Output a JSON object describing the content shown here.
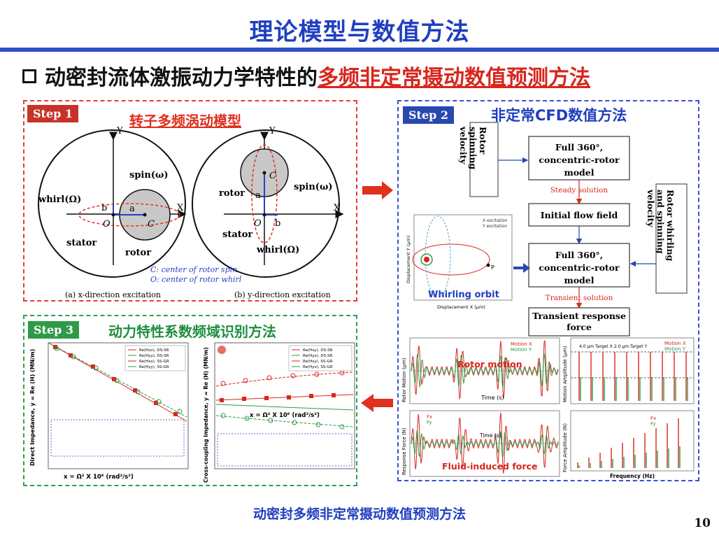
{
  "header": {
    "title": "理论模型与数值方法"
  },
  "subtitle": {
    "black_part": "动密封流体激振动力学特性的",
    "red_part": "多频非定常摄动数值预测方法"
  },
  "step1": {
    "badge": "Step 1",
    "title": "转子多频涡动模型",
    "left_fig": {
      "axis_y": "Y",
      "axis_x": "X",
      "spin": "spin(ω)",
      "whirl": "whirl(Ω)",
      "a": "a",
      "b": "b",
      "O": "O",
      "C": "C",
      "stator": "stator",
      "rotor": "rotor",
      "caption": "(a) x-direction excitation"
    },
    "right_fig": {
      "axis_y": "Y",
      "axis_x": "X",
      "spin": "spin(ω)",
      "whirl": "whirl(Ω)",
      "a": "a",
      "b": "b",
      "O": "O",
      "C": "C",
      "stator": "stator",
      "rotor": "rotor",
      "caption": "(b) y-direction excitation"
    },
    "legend_c": "C: center of rotor  spin",
    "legend_o": "O: center of rotor  whirl"
  },
  "step2": {
    "badge": "Step 2",
    "title": "非定常CFD数值方法",
    "rotor_spinning_velocity": "Rotor spinning velocity",
    "box1": "Full 360°, concentric-rotor model",
    "steady_solution": "Steady solution",
    "box2": "Initial flow field",
    "box3": "Full 360°, concentric-rotor model",
    "transient_solution": "Transient solution",
    "box4": "Transient response force",
    "whirling_velocity": "Rotor whirling and spinning velocity",
    "orbit_plot": {
      "label": "Whirling orbit",
      "legend_x": "X excitation",
      "legend_y": "Y excitation",
      "xlabel": "Displacement X (μm)",
      "ylabel": "Displacement Y (μm)",
      "point": "P"
    },
    "motion_plot": {
      "label": "Rotor motion",
      "legend_x": "Motion X",
      "legend_y": "Motion Y",
      "xlabel": "Time (s)",
      "ylabel": "Rotor Motion (μm)"
    },
    "amp_plot": {
      "legend_x": "Motion X",
      "legend_y": "Motion Y",
      "ann1": "4.0 μm Target X",
      "ann2": "2.0 μm Target Y",
      "ylabel": "Motion Amplitude (μm)"
    },
    "force_plot": {
      "label": "Fluid-induced force",
      "legend_x": "Fx",
      "legend_y": "Fy",
      "xlabel": "Time (s)",
      "ylabel": "Response Force (N)"
    },
    "fa_plot": {
      "legend_x": "Fx",
      "legend_y": "Fy",
      "xlabel": "Frequency (Hz)",
      "ylabel": "Force Amplitude (N)"
    }
  },
  "step3": {
    "badge": "Step 3",
    "title": "动力特性系数频域识别方法",
    "left_plot": {
      "ylabel": "Direct Impedance, y = Re (H) (MN/m)",
      "xlabel": "x = Ω² X 10⁶ (rad²/s²)",
      "legend": [
        "Re(Hxx), DS-SR",
        "Re(Hyy), DS-SR",
        "Re(Hxx), SS-GR",
        "Re(Hyy), SS-GR"
      ]
    },
    "right_plot": {
      "ylabel": "Cross-coupling Impedance, y = Re (H) (MN/m)",
      "xlabel": "x = Ω² X 10⁶ (rad²/s²)",
      "legend": [
        "Re(Hxy), DS-SR",
        "Re(Hyx), DS-SR",
        "Re(Hxy), SS-GR",
        "Re(Hyx), SS-GR"
      ]
    }
  },
  "footer": {
    "caption": "动密封多频非定常摄动数值预测方法"
  },
  "page": {
    "number": "10"
  }
}
